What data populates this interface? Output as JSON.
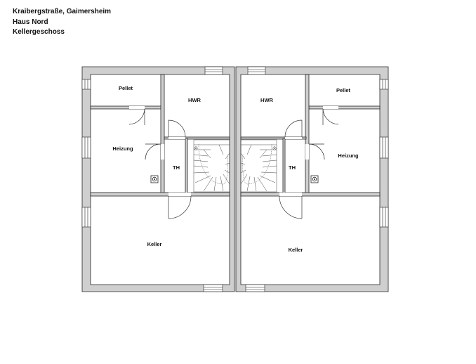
{
  "header": {
    "address": "Kraibergstraße, Gaimersheim",
    "house": "Haus Nord",
    "floor": "Kellergeschoss"
  },
  "rooms": {
    "left": {
      "pellet": "Pellet",
      "hwr": "HWR",
      "heizung": "Heizung",
      "th": "TH",
      "keller": "Keller"
    },
    "right": {
      "pellet": "Pellet",
      "hwr": "HWR",
      "heizung": "Heizung",
      "th": "TH",
      "keller": "Keller"
    }
  },
  "colors": {
    "wall": "#cfcfcf",
    "wall_stroke": "#222222",
    "line": "#333333"
  }
}
